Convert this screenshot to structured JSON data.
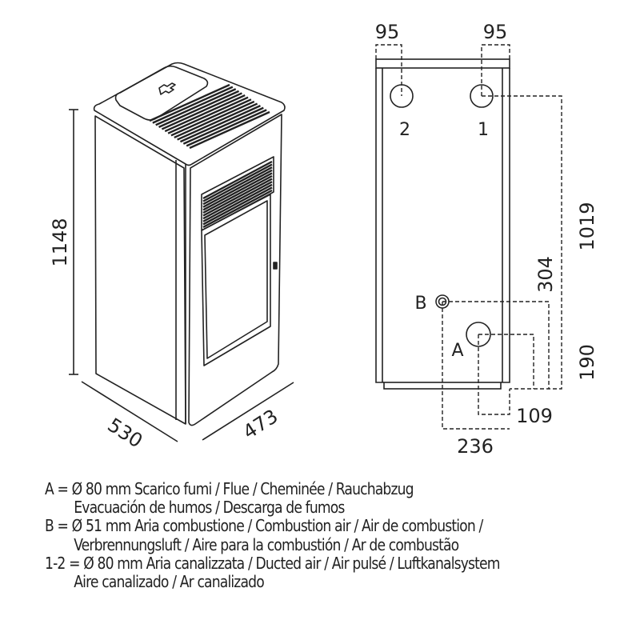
{
  "perspective_view": {
    "height_label": "1148",
    "depth_label": "530",
    "width_label": "473"
  },
  "back_view": {
    "offset_left_label": "95",
    "offset_right_label": "95",
    "outlet_2_label": "2",
    "outlet_1_label": "1",
    "outlet_b_label": "B",
    "outlet_a_label": "A",
    "height_1019_label": "1019",
    "height_304_label": "304",
    "height_190_label": "190",
    "offset_109_label": "109",
    "offset_236_label": "236"
  },
  "legend": {
    "a_line1": "A = Ø 80 mm  Scarico fumi / Flue / Cheminée / Rauchabzug",
    "a_line2": "Evacuación de humos / Descarga de fumos",
    "b_line1": "B = Ø 51 mm  Aria combustione / Combustion air / Air de combustion /",
    "b_line2": "Verbrennungsluft / Aire para la combustión / Ar de combustão",
    "c_line1": "1-2 = Ø 80 mm  Aria canalizzata / Ducted air / Air pulsé / Luftkanalsystem",
    "c_line2": "Aire canalizado / Ar canalizado"
  },
  "colors": {
    "line": "#222222",
    "background": "#ffffff"
  }
}
